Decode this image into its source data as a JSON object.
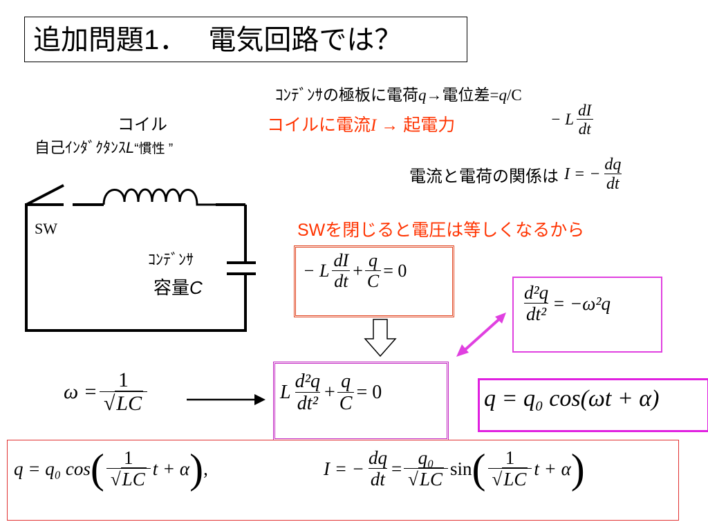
{
  "title": "追加問題1．　 電気回路では？",
  "header_line": {
    "prefix": "ｺﾝﾃﾞﾝｻの極板に電荷",
    "q": "q",
    "arrow": "→電位差=",
    "expr": "q",
    "slash": "/C"
  },
  "coil_label": {
    "line1": "コイル",
    "line2_a": "自己ｲﾝﾀﾞｸﾀﾝｽ",
    "line2_L": "L",
    "line2_b": "“慣性 ”"
  },
  "emf_line": {
    "text_a": "コイルに電流",
    "I": "I",
    "text_b": " →  起電力"
  },
  "emf_expr": {
    "minus": "− L",
    "num": "dI",
    "den": "dt"
  },
  "current_relation": {
    "text": "電流と電荷の関係は",
    "lhs": "I = −",
    "num": "dq",
    "den": "dt"
  },
  "sw_label": "SW",
  "sw_statement": "SWを閉じると電圧は等しくなるから",
  "capacitor_label": {
    "line1": "ｺﾝﾃﾞﾝｻ",
    "line2": "容量",
    "C": "C"
  },
  "eq_voltage": {
    "a": "− L",
    "num1": "dI",
    "den1": "dt",
    "plus": "+",
    "num2": "q",
    "den2": "C",
    "rhs": "= 0"
  },
  "eq_shm": {
    "num": "d²q",
    "den": "dt²",
    "rhs": "= −ω²q"
  },
  "omega_def": {
    "lhs": "ω =",
    "num": "1",
    "den": "LC"
  },
  "eq_second_order": {
    "a": "L",
    "num1": "d²q",
    "den1": "dt²",
    "plus": "+",
    "num2": "q",
    "den2": "C",
    "rhs": "= 0"
  },
  "solution": {
    "text": "q = q₀ cos(ωt + α)"
  },
  "final": {
    "q_lhs": "q = q₀ cos",
    "num1": "1",
    "den1": "LC",
    "t_alpha1": "t + α",
    "comma": ",",
    "I_lhs": "I = −",
    "num2": "dq",
    "den2": "dt",
    "eq": "=",
    "num3": "q₀",
    "den3": "LC",
    "sin": "sin",
    "num4": "1",
    "den4": "LC",
    "t_alpha2": "t + α"
  }
}
